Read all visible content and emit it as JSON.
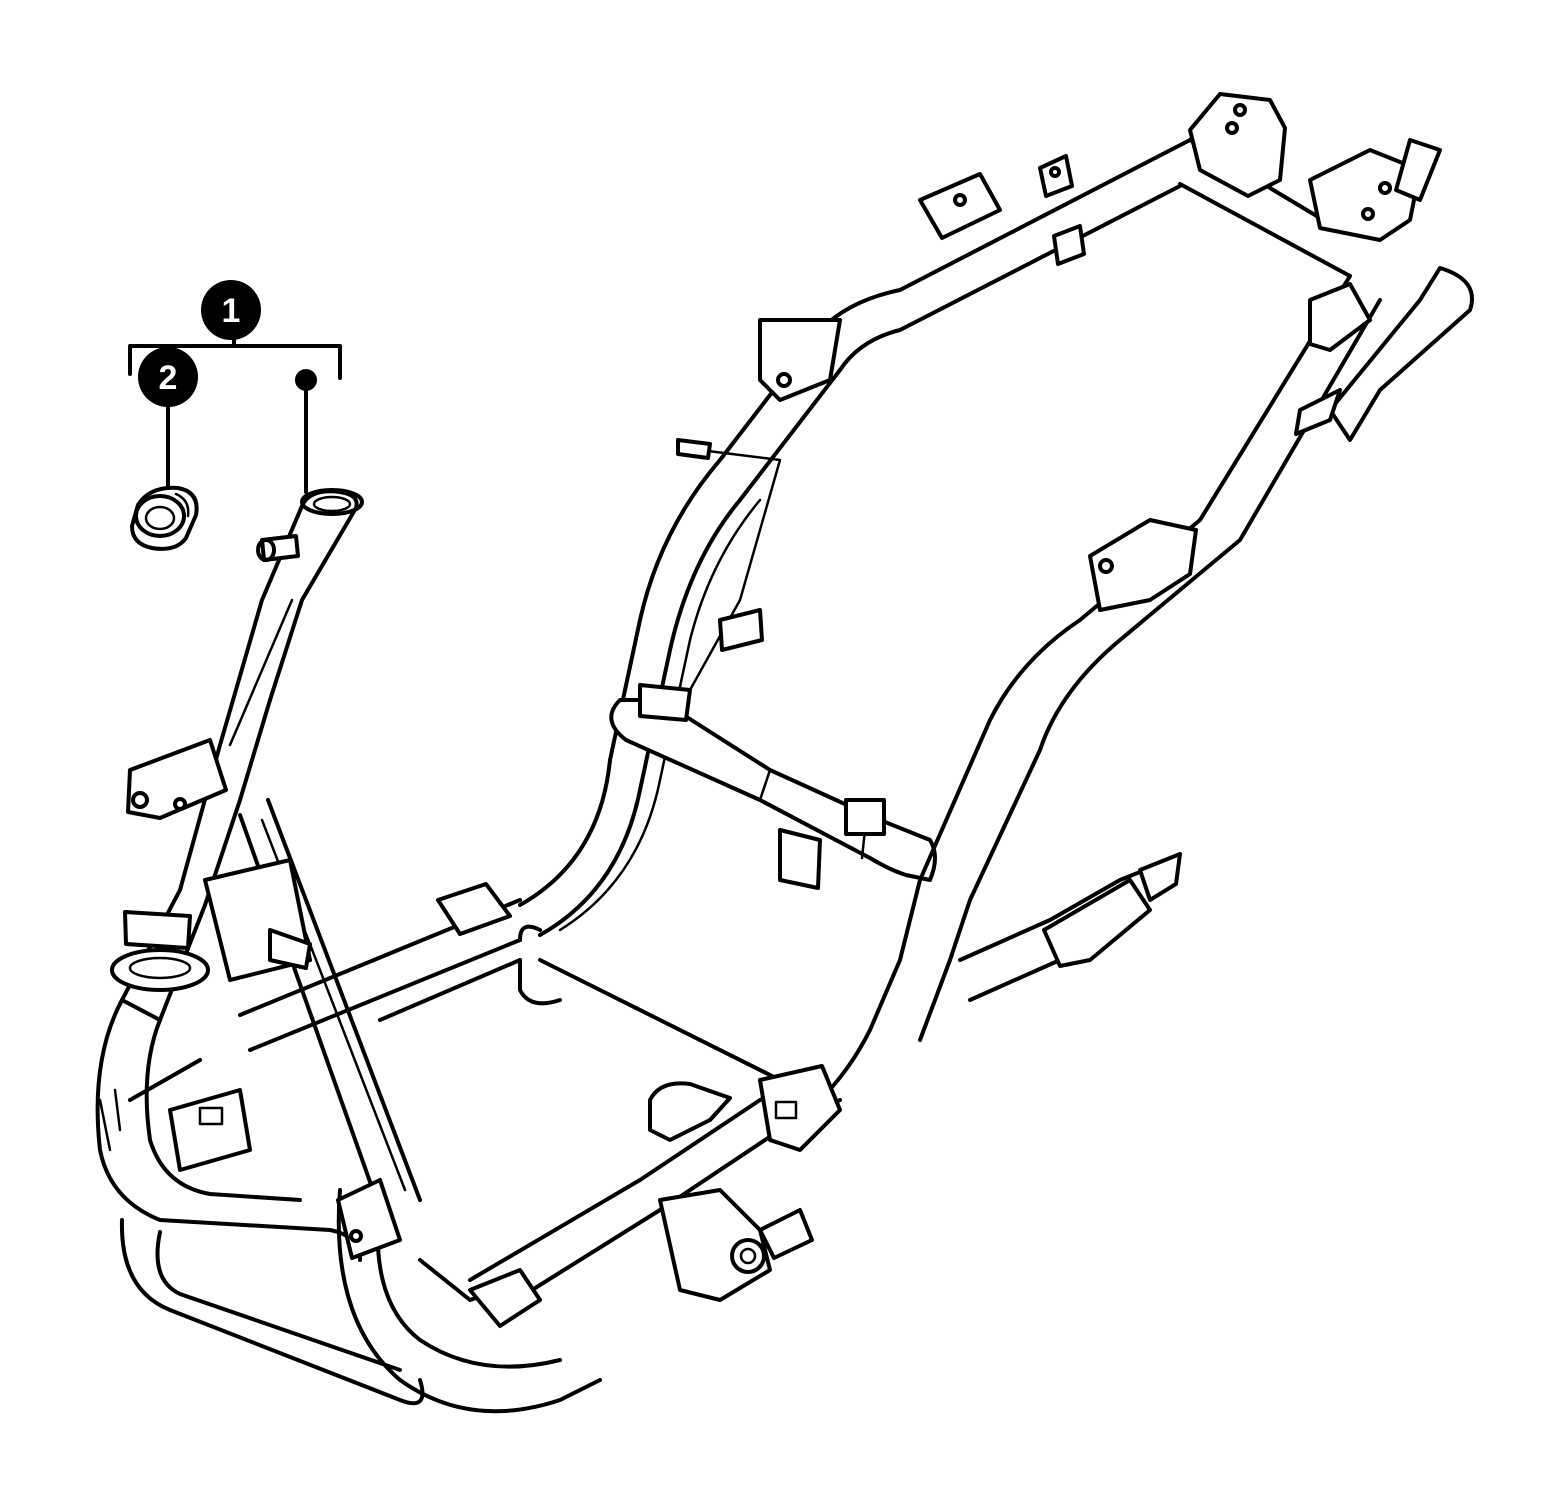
{
  "callouts": [
    {
      "id": "1",
      "label": "1",
      "part": "frame-assembly"
    },
    {
      "id": "2",
      "label": "2",
      "part": "steering-head-bearing-race"
    }
  ],
  "colors": {
    "line": "#000000",
    "background": "#ffffff",
    "callout_fill": "#000000",
    "callout_text": "#ffffff"
  }
}
